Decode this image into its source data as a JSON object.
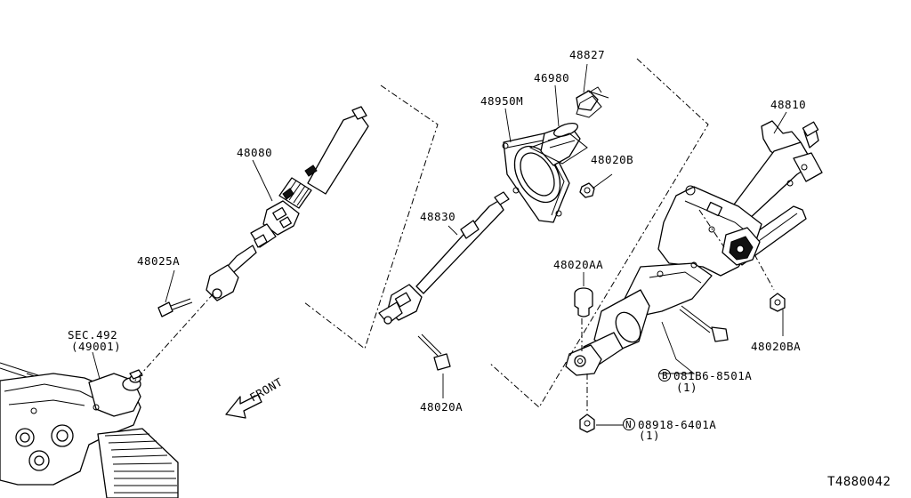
{
  "diagram": {
    "labels": {
      "p48827": "48827",
      "p46980": "46980",
      "p48950M": "48950M",
      "p48020B": "48020B",
      "p48810": "48810",
      "p48080": "48080",
      "p48830": "48830",
      "p48025A": "48025A",
      "p48020AA": "48020AA",
      "sec_line1": "SEC.492",
      "sec_line2": "(49001)",
      "p48020A": "48020A",
      "p48020BA": "48020BA",
      "bolt_code": "081B6-8501A",
      "bolt_qty": "(1)",
      "bolt_marker": "B",
      "nut_code": "08918-6401A",
      "nut_qty": "(1)",
      "nut_marker": "N",
      "front": "FRONT",
      "diagram_id": "T4880042"
    }
  }
}
